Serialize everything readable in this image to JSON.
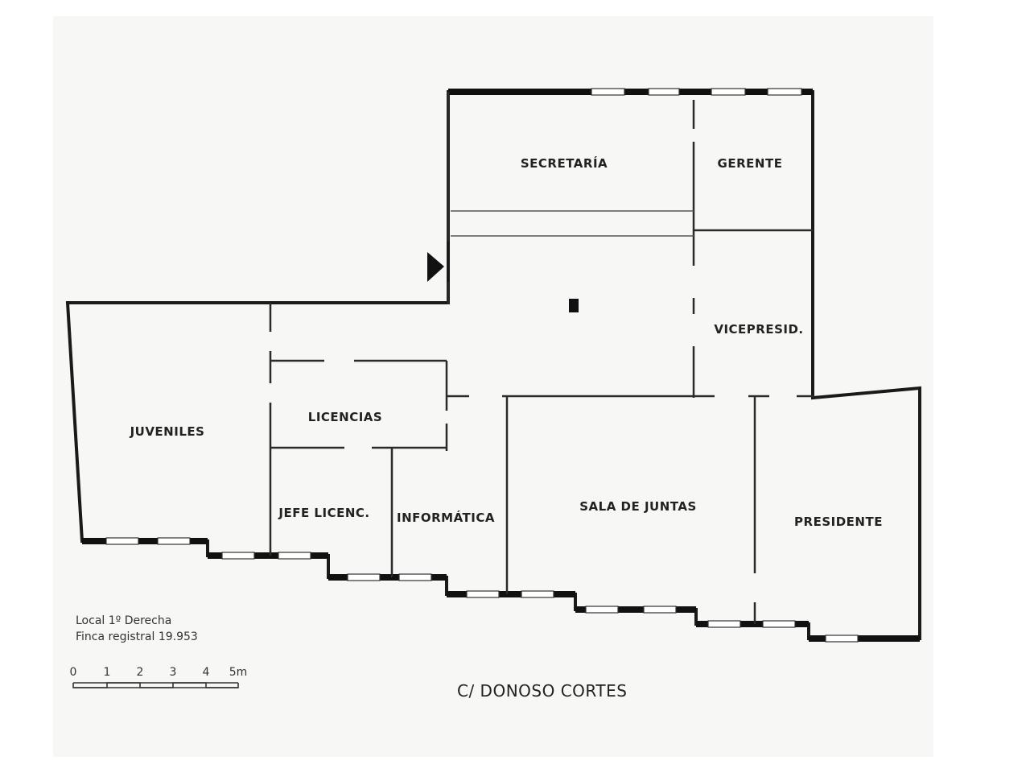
{
  "rooms": {
    "secretaria": "SECRETARÍA",
    "gerente": "GERENTE",
    "vicepresid": "VICEPRESID.",
    "juveniles": "JUVENILES",
    "licencias": "LICENCIAS",
    "jefe_licenc": "JEFE LICENC.",
    "informatica": "INFORMÁTICA",
    "sala_juntas": "SALA DE JUNTAS",
    "presidente": "PRESIDENTE"
  },
  "notes": {
    "local": "Local 1º Derecha",
    "finca": "Finca registral 19.953"
  },
  "scale": {
    "ticks": [
      "0",
      "1",
      "2",
      "3",
      "4",
      "5m"
    ]
  },
  "street": "C/ DONOSO CORTES",
  "icons": {
    "entrance": "entrance-arrow-icon",
    "column": "column-icon"
  }
}
